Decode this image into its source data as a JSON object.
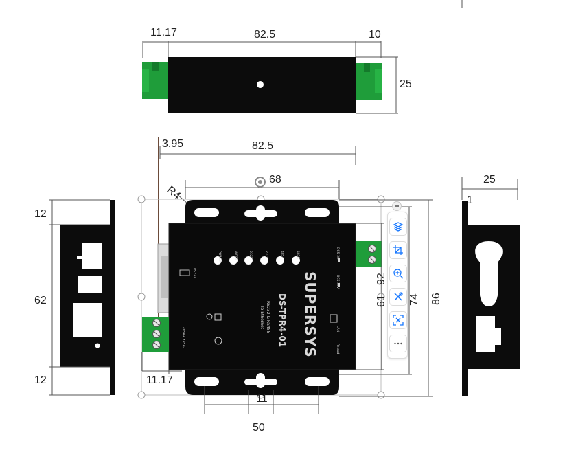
{
  "diagram": {
    "top_view": {
      "dims": {
        "left_offset": "11.17",
        "length": "82.5",
        "right_offset": "10",
        "height": "25"
      }
    },
    "front_view": {
      "dims": {
        "edge": "3.95",
        "length": "82.5",
        "radius": "R4",
        "hole_spacing": "68",
        "hole_pitch": "61",
        "inner_height": "92",
        "body_height": "74",
        "total_height": "86",
        "terminal_offset": "11.17",
        "bottom_span": "50",
        "bottom_small": "11"
      },
      "device": {
        "brand": "SUPERSYS",
        "model": "DS-TPR4-01",
        "subtitle_1": "RS232 & RS485",
        "subtitle_2": "To Ethernet",
        "led_labels": [
          "POWER",
          "WORK",
          "232T",
          "232R",
          "485T",
          "485R"
        ],
        "port_labels": {
          "rs232": "RS232",
          "power_in": "DC5-36V",
          "power_out": "DC5-36V",
          "lan": "LAN",
          "reset": "Reload",
          "rs485": "485A+ 485B-"
        }
      }
    },
    "left_view": {
      "dims": {
        "top": "12",
        "middle": "62",
        "bottom": "12"
      }
    },
    "right_view": {
      "dims": {
        "width": "25",
        "margin": "1"
      }
    }
  },
  "toolbar": {
    "buttons": [
      "minus-icon",
      "layers-icon",
      "crop-icon",
      "zoom-in-icon",
      "tools-icon",
      "expand-icon",
      "more-icon"
    ],
    "accent": "#1677ff"
  }
}
